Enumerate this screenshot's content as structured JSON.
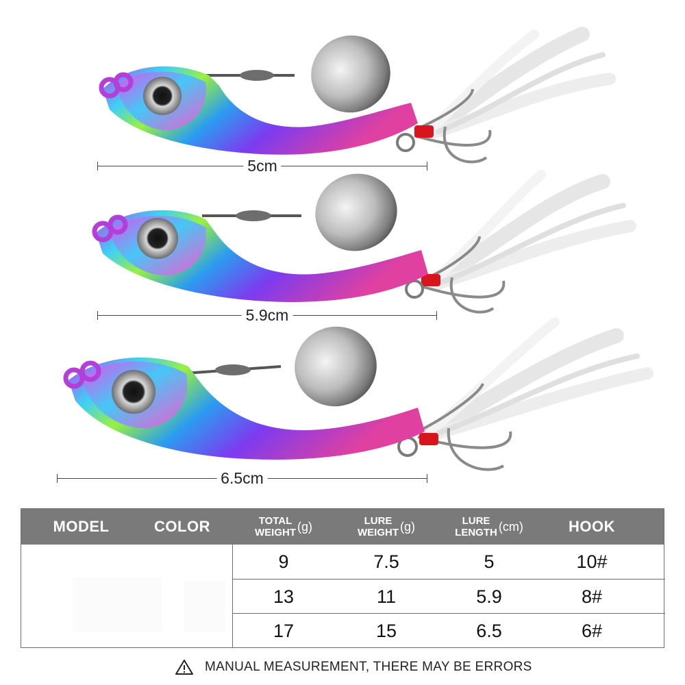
{
  "lures": [
    {
      "length_label": "5cm"
    },
    {
      "length_label": "5.9cm"
    },
    {
      "length_label": "6.5cm"
    }
  ],
  "table": {
    "headers": {
      "model": "MODEL",
      "color": "COLOR",
      "total_weight": {
        "line1": "TOTAL",
        "line2": "WEIGHT",
        "unit": "(g)"
      },
      "lure_weight": {
        "line1": "LURE",
        "line2": "WEIGHT",
        "unit": "(g)"
      },
      "lure_length": {
        "line1": "LURE",
        "line2": "LENGTH",
        "unit": "(cm)"
      },
      "hook": "HOOK"
    },
    "rows": [
      {
        "total_weight": "9",
        "lure_weight": "7.5",
        "lure_length": "5",
        "hook": "10#"
      },
      {
        "total_weight": "13",
        "lure_weight": "11",
        "lure_length": "5.9",
        "hook": "8#"
      },
      {
        "total_weight": "17",
        "lure_weight": "15",
        "lure_length": "6.5",
        "hook": "6#"
      }
    ]
  },
  "note": "MANUAL MEASUREMENT, THERE MAY BE ERRORS",
  "colors": {
    "header_bg": "#7a7a7a",
    "border": "#6e6e6e",
    "blade": "#c9c9c9",
    "thread": "#d8141c"
  },
  "icons": {
    "warning": "warning-triangle-icon"
  }
}
